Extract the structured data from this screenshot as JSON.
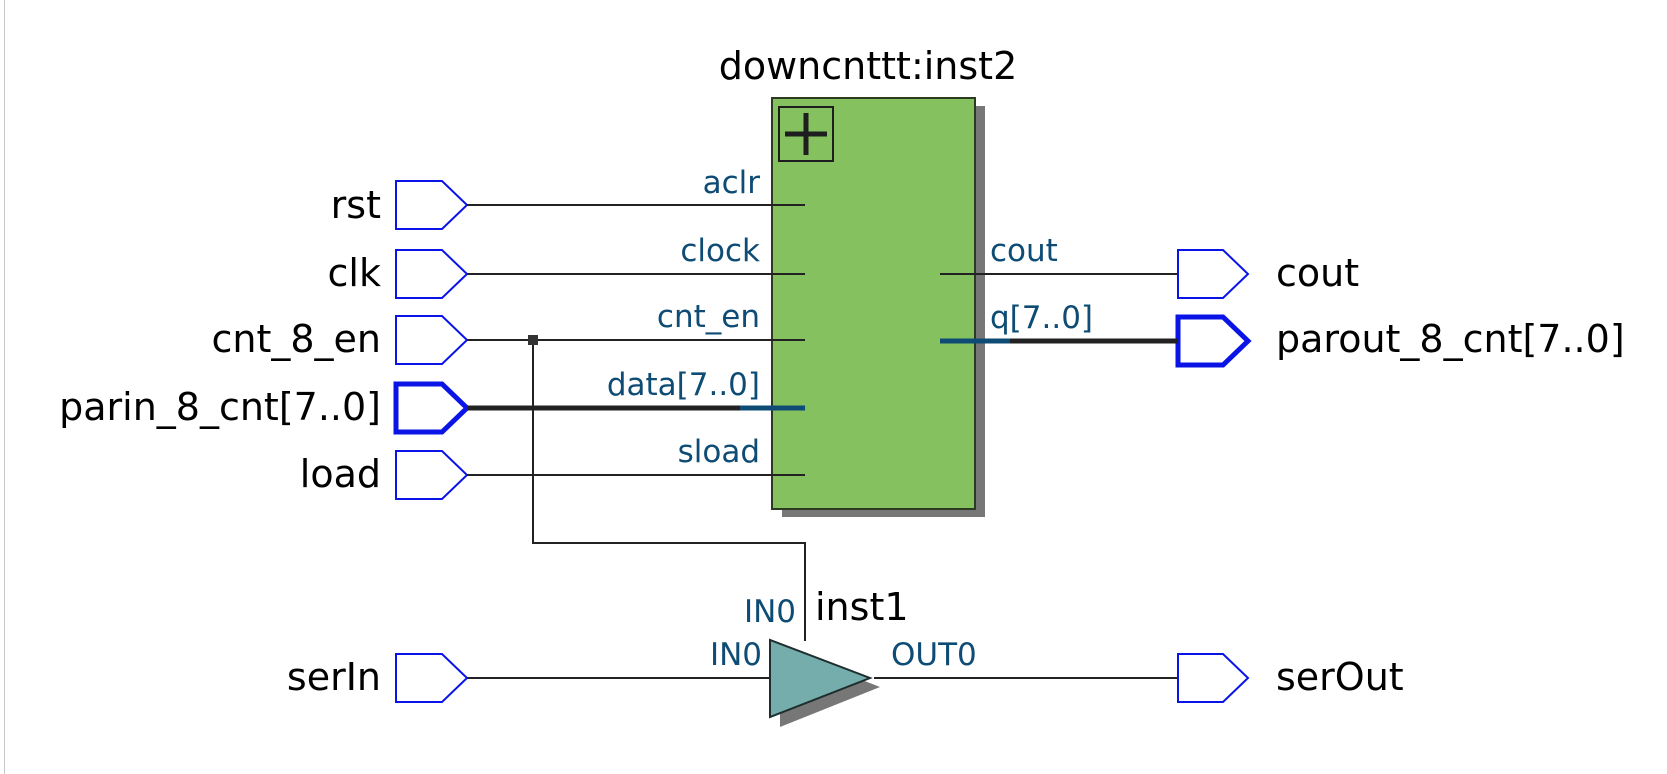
{
  "schematic": {
    "module": {
      "title": "downcnttt:inst2",
      "ports_in": [
        "aclr",
        "clock",
        "cnt_en",
        "data[7..0]",
        "sload"
      ],
      "ports_out": [
        "cout",
        "q[7..0]"
      ],
      "fill_color": "#85c15f"
    },
    "buffer": {
      "title": "inst1",
      "port_in_top": "IN0",
      "port_in": "IN0",
      "port_out": "OUT0",
      "fill_color": "#74adab"
    },
    "inputs": {
      "rst": "rst",
      "clk": "clk",
      "cnt_en": "cnt_8_en",
      "parin": "parin_8_cnt[7..0]",
      "load": "load",
      "serin": "serIn"
    },
    "outputs": {
      "cout": "cout",
      "parout": "parout_8_cnt[7..0]",
      "serout": "serOut"
    },
    "colors": {
      "pin_stroke": "#0a14e6",
      "port_label": "#0f4c75",
      "wire": "#222222",
      "bus_stub": "#0f4c75"
    }
  }
}
